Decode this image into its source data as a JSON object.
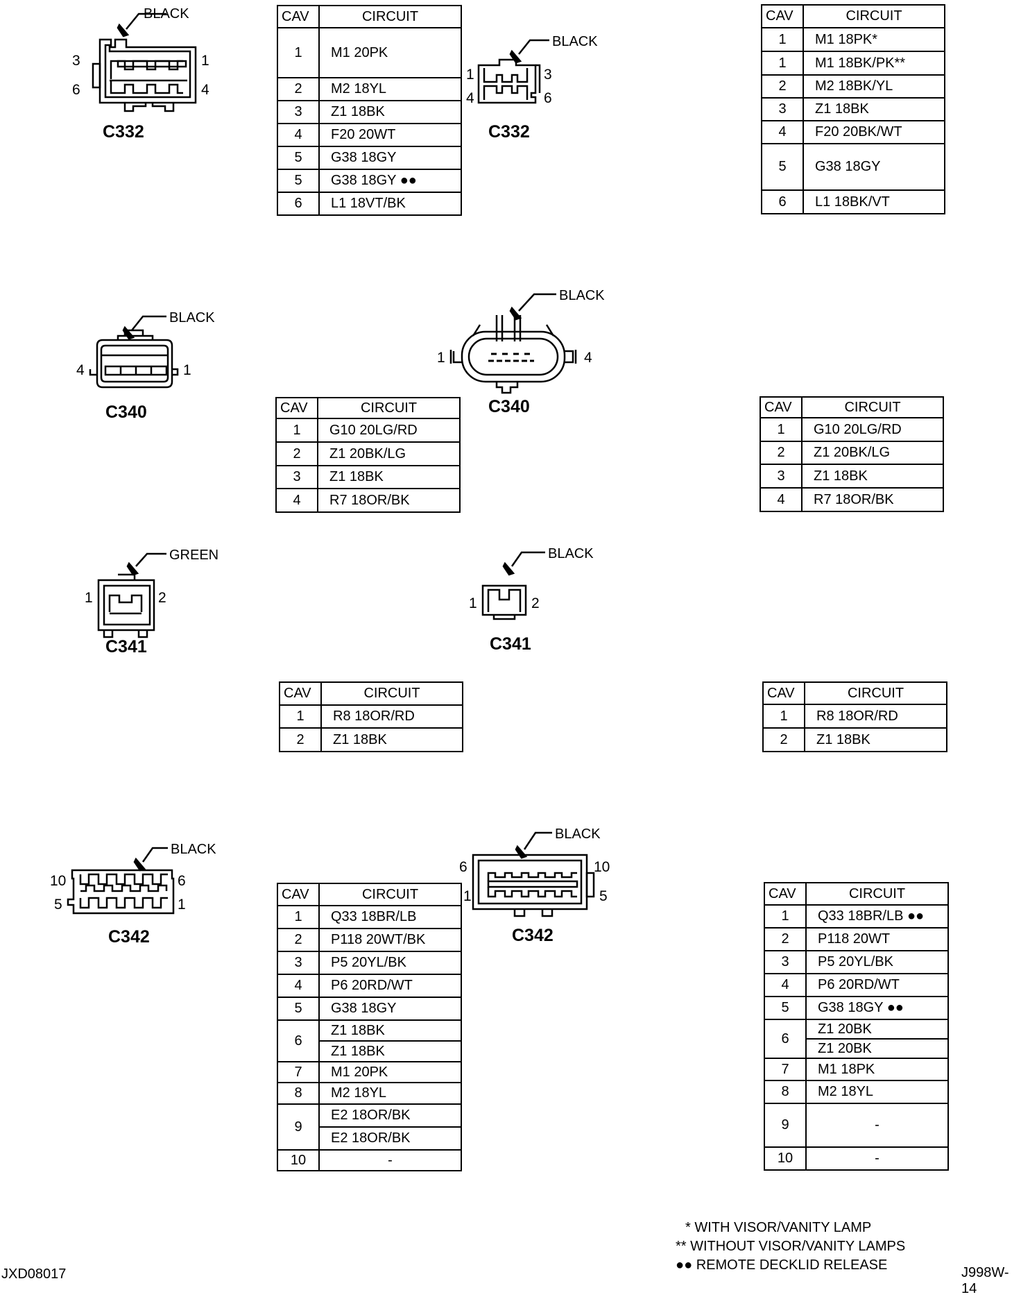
{
  "tables": [
    {
      "id": "c332-left",
      "header": {
        "cav": "CAV",
        "circuit": "CIRCUIT"
      },
      "rows": [
        {
          "cav": "1",
          "circuit": "M1 20PK"
        },
        {
          "cav": "2",
          "circuit": "M2 18YL"
        },
        {
          "cav": "3",
          "circuit": "Z1 18BK"
        },
        {
          "cav": "4",
          "circuit": "F20 20WT"
        },
        {
          "cav": "5",
          "circuit": "G38 18GY"
        },
        {
          "cav": "5",
          "circuit": "G38 18GY ●●"
        },
        {
          "cav": "6",
          "circuit": "L1 18VT/BK"
        }
      ]
    },
    {
      "id": "c332-right",
      "header": {
        "cav": "CAV",
        "circuit": "CIRCUIT"
      },
      "rows": [
        {
          "cav": "1",
          "circuit": "M1 18PK*"
        },
        {
          "cav": "1",
          "circuit": "M1 18BK/PK**"
        },
        {
          "cav": "2",
          "circuit": "M2 18BK/YL"
        },
        {
          "cav": "3",
          "circuit": "Z1 18BK"
        },
        {
          "cav": "4",
          "circuit": "F20 20BK/WT"
        },
        {
          "cav": "5",
          "circuit": "G38 18GY"
        },
        {
          "cav": "6",
          "circuit": "L1 18BK/VT"
        }
      ]
    },
    {
      "id": "c340-left",
      "header": {
        "cav": "CAV",
        "circuit": "CIRCUIT"
      },
      "rows": [
        {
          "cav": "1",
          "circuit": "G10 20LG/RD"
        },
        {
          "cav": "2",
          "circuit": "Z1 20BK/LG"
        },
        {
          "cav": "3",
          "circuit": "Z1 18BK"
        },
        {
          "cav": "4",
          "circuit": "R7 18OR/BK"
        }
      ]
    },
    {
      "id": "c340-right",
      "header": {
        "cav": "CAV",
        "circuit": "CIRCUIT"
      },
      "rows": [
        {
          "cav": "1",
          "circuit": "G10 20LG/RD"
        },
        {
          "cav": "2",
          "circuit": "Z1 20BK/LG"
        },
        {
          "cav": "3",
          "circuit": "Z1 18BK"
        },
        {
          "cav": "4",
          "circuit": "R7 18OR/BK"
        }
      ]
    },
    {
      "id": "c341-left",
      "header": {
        "cav": "CAV",
        "circuit": "CIRCUIT"
      },
      "rows": [
        {
          "cav": "1",
          "circuit": "R8 18OR/RD"
        },
        {
          "cav": "2",
          "circuit": "Z1 18BK"
        }
      ]
    },
    {
      "id": "c341-right",
      "header": {
        "cav": "CAV",
        "circuit": "CIRCUIT"
      },
      "rows": [
        {
          "cav": "1",
          "circuit": "R8 18OR/RD"
        },
        {
          "cav": "2",
          "circuit": "Z1 18BK"
        }
      ]
    },
    {
      "id": "c342-left",
      "header": {
        "cav": "CAV",
        "circuit": "CIRCUIT"
      },
      "rows": [
        {
          "cav": "1",
          "circuit": "Q33 18BR/LB"
        },
        {
          "cav": "2",
          "circuit": "P118 20WT/BK"
        },
        {
          "cav": "3",
          "circuit": "P5 20YL/BK"
        },
        {
          "cav": "4",
          "circuit": "P6 20RD/WT"
        },
        {
          "cav": "5",
          "circuit": "G38 18GY"
        },
        {
          "cav": "6",
          "circuit": "Z1 18BK"
        },
        {
          "cav": "6",
          "circuit": "Z1 18BK"
        },
        {
          "cav": "7",
          "circuit": "M1 20PK"
        },
        {
          "cav": "8",
          "circuit": "M2 18YL"
        },
        {
          "cav": "9",
          "circuit": "E2 18OR/BK"
        },
        {
          "cav": "9",
          "circuit": "E2 18OR/BK"
        },
        {
          "cav": "10",
          "circuit": "-"
        }
      ]
    },
    {
      "id": "c342-right",
      "header": {
        "cav": "CAV",
        "circuit": "CIRCUIT"
      },
      "rows": [
        {
          "cav": "1",
          "circuit": "Q33 18BR/LB ●●"
        },
        {
          "cav": "2",
          "circuit": "P118 20WT"
        },
        {
          "cav": "3",
          "circuit": "P5 20YL/BK"
        },
        {
          "cav": "4",
          "circuit": "P6 20RD/WT"
        },
        {
          "cav": "5",
          "circuit": "G38 18GY ●●"
        },
        {
          "cav": "6",
          "circuit": "Z1 20BK"
        },
        {
          "cav": "6",
          "circuit": "Z1 20BK"
        },
        {
          "cav": "7",
          "circuit": "M1 18PK"
        },
        {
          "cav": "8",
          "circuit": "M2 18YL"
        },
        {
          "cav": "9",
          "circuit": "-"
        },
        {
          "cav": "10",
          "circuit": "-"
        }
      ]
    }
  ],
  "connectors": [
    {
      "id": "c332-left",
      "name": "C332",
      "color": "BLACK",
      "pins": [
        "3",
        "1",
        "6",
        "4"
      ]
    },
    {
      "id": "c332-right",
      "name": "C332",
      "color": "BLACK",
      "pins": [
        "1",
        "3",
        "4",
        "6"
      ]
    },
    {
      "id": "c340-left",
      "name": "C340",
      "color": "BLACK",
      "pins": [
        "4",
        "1"
      ]
    },
    {
      "id": "c340-right",
      "name": "C340",
      "color": "BLACK",
      "pins": [
        "1",
        "4"
      ]
    },
    {
      "id": "c341-left",
      "name": "C341",
      "color": "GREEN",
      "pins": [
        "1",
        "2"
      ]
    },
    {
      "id": "c341-right",
      "name": "C341",
      "color": "BLACK",
      "pins": [
        "1",
        "2"
      ]
    },
    {
      "id": "c342-left",
      "name": "C342",
      "color": "BLACK",
      "pins": [
        "10",
        "6",
        "5",
        "1"
      ]
    },
    {
      "id": "c342-right",
      "name": "C342",
      "color": "BLACK",
      "pins": [
        "6",
        "10",
        "1",
        "5"
      ]
    }
  ],
  "footnotes": [
    "* WITH VISOR/VANITY LAMP",
    "** WITHOUT VISOR/VANITY LAMPS",
    "●● REMOTE DECKLID RELEASE"
  ],
  "footer": {
    "left_code": "JXD08017",
    "right_code": "J998W-14"
  }
}
